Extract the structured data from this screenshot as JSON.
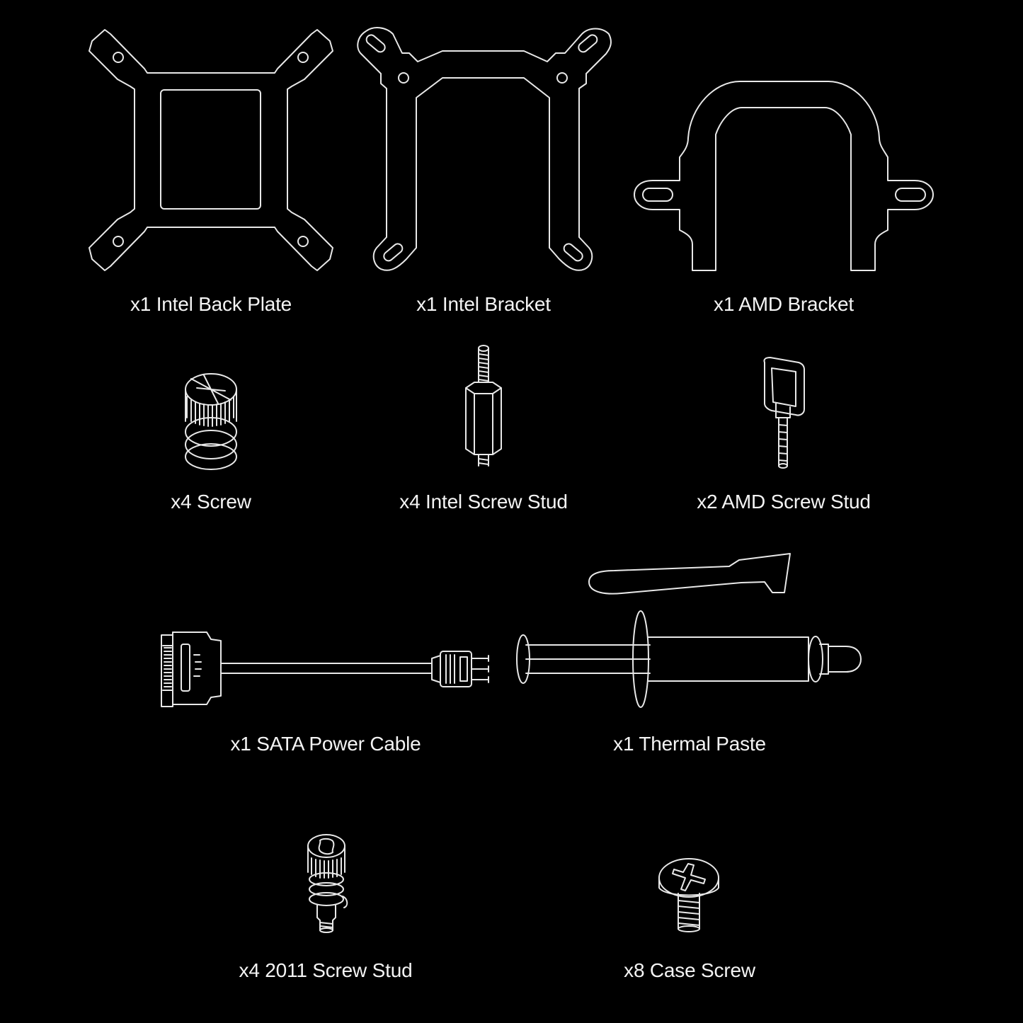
{
  "colors": {
    "background": "#000000",
    "line": "#e8e8e8",
    "text": "#f4f4f4"
  },
  "items": [
    {
      "label": "x1 Intel Back Plate",
      "qty": 1,
      "name": "Intel Back Plate",
      "icon": "back-plate-icon"
    },
    {
      "label": "x1 Intel Bracket",
      "qty": 1,
      "name": "Intel Bracket",
      "icon": "intel-bracket-icon"
    },
    {
      "label": "x1 AMD Bracket",
      "qty": 1,
      "name": "AMD Bracket",
      "icon": "amd-bracket-icon"
    },
    {
      "label": "x4 Screw",
      "qty": 4,
      "name": "Screw",
      "icon": "thumb-screw-icon"
    },
    {
      "label": "x4 Intel Screw Stud",
      "qty": 4,
      "name": "Intel Screw Stud",
      "icon": "standoff-stud-icon"
    },
    {
      "label": "x2 AMD Screw Stud",
      "qty": 2,
      "name": "AMD Screw Stud",
      "icon": "amd-stud-icon"
    },
    {
      "label": "x1 SATA Power Cable",
      "qty": 1,
      "name": "SATA Power Cable",
      "icon": "sata-cable-icon"
    },
    {
      "label": "x1 Thermal Paste",
      "qty": 1,
      "name": "Thermal Paste",
      "icon": "thermal-paste-syringe-icon"
    },
    {
      "label": "x4 2011 Screw Stud",
      "qty": 4,
      "name": "2011 Screw Stud",
      "icon": "2011-stud-icon"
    },
    {
      "label": "x8 Case Screw",
      "qty": 8,
      "name": "Case Screw",
      "icon": "case-screw-icon"
    }
  ]
}
